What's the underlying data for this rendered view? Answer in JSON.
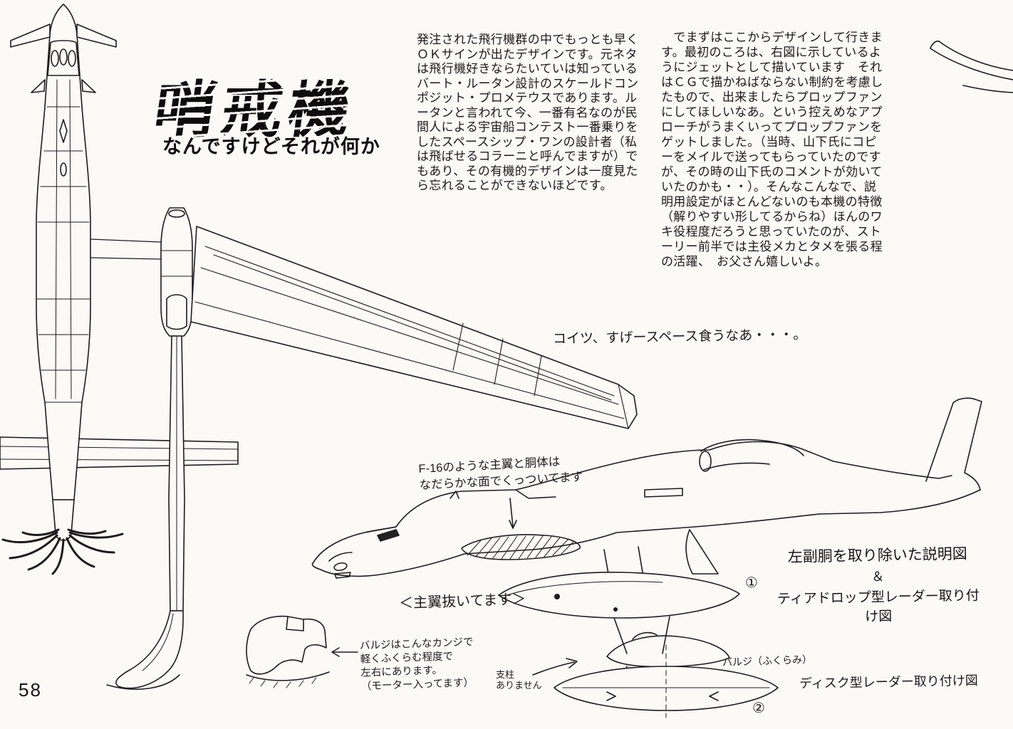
{
  "page": {
    "number": "58",
    "title": "哨戒機",
    "subtitle": "なんですけどそれが何か"
  },
  "columns": {
    "col1": "発注された飛行機群の中でもっとも早く\nＯＫサインが出たデザインです。元ネタ\nは飛行機好きならたいていは知っている\nバート・ルータン設計のスケールドコン\nポジット・プロメテウスであります。ル\nータンと言われて今、一番有名なのが民\n間人による宇宙船コンテスト一番乗りを\nしたスペースシップ・ワンの設計者（私\nは飛ばせるコラーニと呼んでますが）で\nもあり、その有機的デザインは一度見た\nら忘れることができないほどです。",
    "col2": "　でまずはここからデザインして行きま\nす。最初のころは、右図に示しているよ\nうにジェットとして描いています　それ\nはＣＧで描かねばならない制約を考慮し\nたもので、出来ましたらプロップファン\nにしてほしいなあ。という控えめなアプ\nローチがうまくいってプロップファンを\nゲットしました。（当時、山下氏にコピ\nーをメイルで送ってもらっていたのです\nが、その時の山下氏のコメントが効いて\nいたのかも・・）。そんなこんなで、説\n明用設定がほとんどないのも本機の特徴\n（解りやすい形してるからね）ほんのワ\nキ役程度だろうと思っていたのが、スト\nーリー前半では主役メカとタメを張る程\nの活躍、　お父さん嬉しいよ。"
  },
  "annotations": {
    "space_note": "コイツ、すげースペース食うなあ・・・。",
    "wing_note": "F-16のような主翼と胴体は\nなだらかな面でくっついてます",
    "wing_removed": "＜主翼抜いてます＞",
    "caption_line1": "左副胴を取り除いた説明図",
    "caption_amp": "＆",
    "caption_line2": "ティアドロップ型レーダー取り付け図",
    "marker1": "①",
    "marker2": "②",
    "bulge_label": "バルジ（ふくらみ）",
    "disc_caption": "ディスク型レーダー取り付け図",
    "strut_note": "支柱\nありません",
    "bulge_note": "バルジはこんなカンジで\n軽くふくらむ程度で\n左右にあります。\n（モーター入ってます）"
  }
}
